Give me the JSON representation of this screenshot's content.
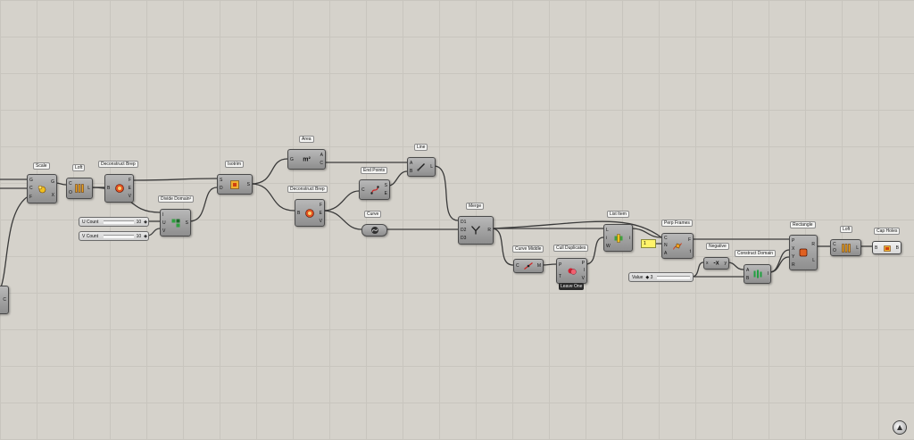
{
  "canvas": {
    "components": [
      {
        "id": "scale",
        "title": "Scale",
        "inputs": [
          "G",
          "C",
          "F"
        ],
        "outputs": [
          "G",
          "X"
        ],
        "icon": "scale-icon"
      },
      {
        "id": "loft1",
        "title": "Loft",
        "inputs": [
          "C",
          "O"
        ],
        "outputs": [
          "L"
        ],
        "icon": "loft-icon"
      },
      {
        "id": "debrep1",
        "title": "Deconstruct Brep",
        "inputs": [
          "B"
        ],
        "outputs": [
          "F",
          "E",
          "V"
        ],
        "icon": "deconstruct-brep-icon"
      },
      {
        "id": "divdom",
        "title": "Divide Domain²",
        "inputs": [
          "I",
          "U",
          "V"
        ],
        "outputs": [
          "S"
        ],
        "icon": "divide-domain-icon"
      },
      {
        "id": "isotrim",
        "title": "Isotrim",
        "inputs": [
          "S",
          "D"
        ],
        "outputs": [
          "S"
        ],
        "icon": "isotrim-icon"
      },
      {
        "id": "area",
        "title": "Area",
        "inputs": [
          "G"
        ],
        "outputs": [
          "A",
          "C"
        ],
        "icon": "area-icon",
        "icon_text": "m²"
      },
      {
        "id": "endpoints",
        "title": "End Points",
        "inputs": [
          "C"
        ],
        "outputs": [
          "S",
          "E"
        ],
        "icon": "end-points-icon"
      },
      {
        "id": "line",
        "title": "Line",
        "inputs": [
          "A",
          "B"
        ],
        "outputs": [
          "L"
        ],
        "icon": "line-icon"
      },
      {
        "id": "debrep2",
        "title": "Deconstruct Brep",
        "inputs": [
          "B"
        ],
        "outputs": [
          "F",
          "E",
          "V"
        ],
        "icon": "deconstruct-brep-icon"
      },
      {
        "id": "curve",
        "title": "Curve",
        "inputs": [],
        "outputs": [],
        "icon": "curve-param-icon"
      },
      {
        "id": "merge",
        "title": "Merge",
        "inputs": [
          "D1",
          "D2",
          "D3"
        ],
        "outputs": [
          "R"
        ],
        "icon": "merge-icon"
      },
      {
        "id": "curvemiddle",
        "title": "Curve Middle",
        "inputs": [
          "C"
        ],
        "outputs": [
          "M"
        ],
        "icon": "curve-middle-icon"
      },
      {
        "id": "cull",
        "title": "Cull Duplicates",
        "inputs": [
          "P",
          "T"
        ],
        "outputs": [
          "P",
          "I",
          "V"
        ],
        "icon": "cull-duplicates-icon"
      },
      {
        "id": "listitem",
        "title": "List Item",
        "inputs": [
          "L",
          "i",
          "W"
        ],
        "outputs": [
          "i"
        ],
        "icon": "list-item-icon"
      },
      {
        "id": "perpframes",
        "title": "Perp Frames",
        "inputs": [
          "C",
          "N",
          "A"
        ],
        "outputs": [
          "F",
          "t"
        ],
        "icon": "perp-frames-icon"
      },
      {
        "id": "negative",
        "title": "Negative",
        "inputs": [
          "x"
        ],
        "outputs": [
          "y"
        ],
        "icon": "negative-icon",
        "icon_text": "-x"
      },
      {
        "id": "constdomain",
        "title": "Construct Domain",
        "inputs": [
          "A",
          "B"
        ],
        "outputs": [
          "I"
        ],
        "icon": "construct-domain-icon"
      },
      {
        "id": "rectangle",
        "title": "Rectangle",
        "inputs": [
          "P",
          "X",
          "Y",
          "R"
        ],
        "outputs": [
          "R",
          "L"
        ],
        "icon": "rectangle-icon"
      },
      {
        "id": "loft2",
        "title": "Loft",
        "inputs": [
          "C",
          "O"
        ],
        "outputs": [
          "L"
        ],
        "icon": "loft-icon"
      },
      {
        "id": "capholes",
        "title": "Cap Holes",
        "inputs": [
          "B"
        ],
        "outputs": [
          "B"
        ],
        "icon": "cap-holes-icon"
      },
      {
        "id": "leftpartial",
        "title": "",
        "inputs": [],
        "outputs": [
          "C"
        ],
        "icon": ""
      }
    ],
    "sliders": [
      {
        "id": "ucount",
        "name": "U Count",
        "value": "10",
        "grip": "◆"
      },
      {
        "id": "vcount",
        "name": "V Count",
        "value": "10",
        "grip": "◆"
      },
      {
        "id": "valueslider",
        "name": "Value",
        "value": "◆ 3",
        "grip": ""
      }
    ],
    "panel": {
      "value": "1"
    },
    "tooltip": {
      "text": "Leave One"
    },
    "colors": {
      "canvas": "#d5d2cb",
      "component": "#9e9e9e",
      "wire": "#3a3a3a",
      "panel": "#fff36a"
    }
  }
}
